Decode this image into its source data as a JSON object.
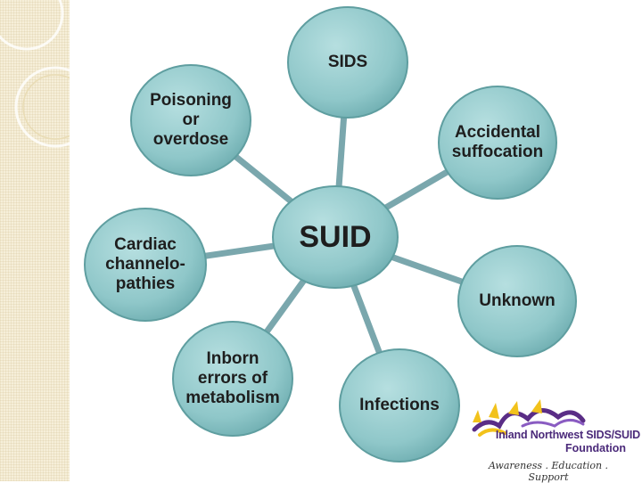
{
  "diagram": {
    "center": "SUID",
    "nodes": [
      "SIDS",
      "Accidental\nsuffocation",
      "Unknown",
      "Infections",
      "Inborn\nerrors of\nmetabolism",
      "Cardiac\nchannelo-\npathies",
      "Poisoning\nor\noverdose"
    ]
  },
  "logo": {
    "name_line1": "Inland Northwest SIDS/SUID",
    "name_line2": "Foundation",
    "tagline": "Awareness . Education . Support"
  },
  "colors": {
    "node_fill": "#8fc7c9",
    "node_edge": "#5f9ea0",
    "connector": "#7aa7ad",
    "logo_purple": "#5a2d86",
    "logo_yellow": "#f2c21b"
  }
}
